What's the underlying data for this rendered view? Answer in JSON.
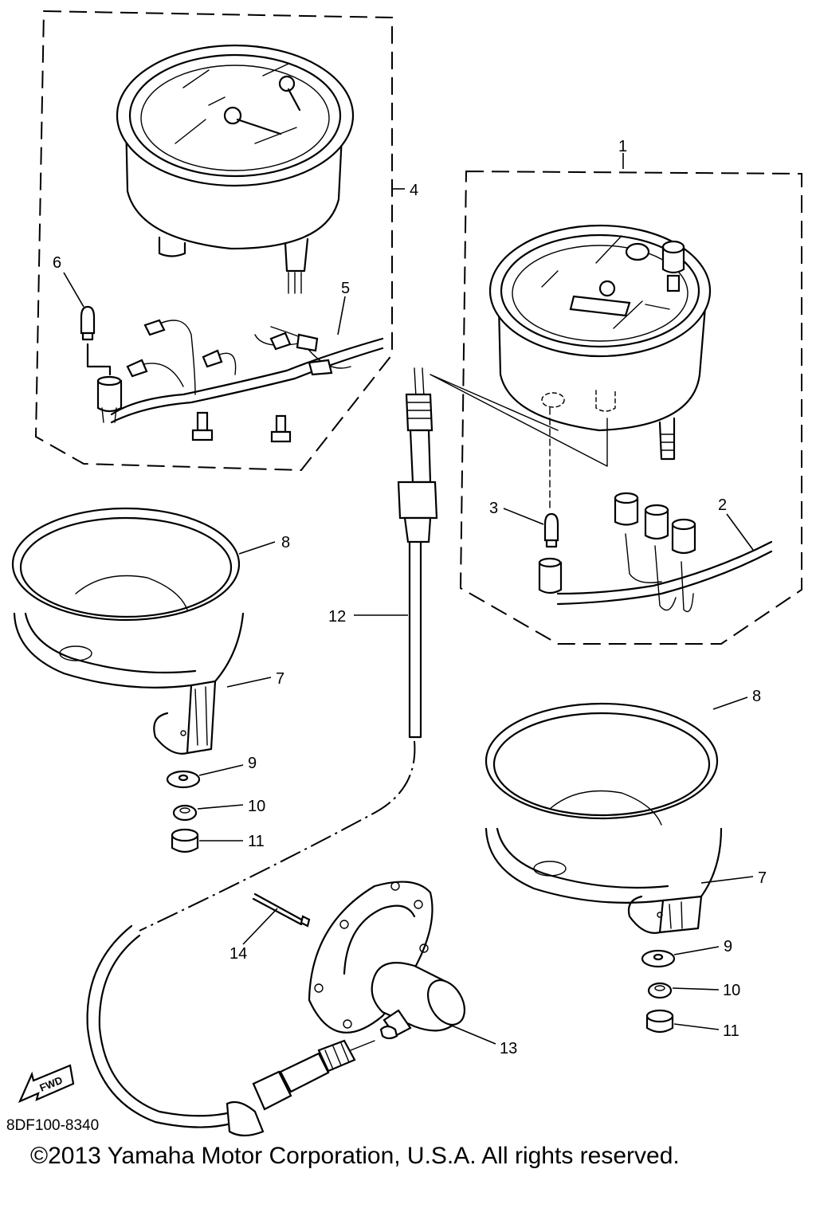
{
  "diagram": {
    "callouts": {
      "c1": "1",
      "c2": "2",
      "c3": "3",
      "c4": "4",
      "c5": "5",
      "c6": "6",
      "c7a": "7",
      "c7b": "7",
      "c8a": "8",
      "c8b": "8",
      "c9a": "9",
      "c9b": "9",
      "c10a": "10",
      "c10b": "10",
      "c11a": "11",
      "c11b": "11",
      "c12": "12",
      "c13": "13",
      "c14": "14"
    },
    "direction_label": "FWD",
    "diagram_code": "8DF100-8340"
  },
  "footer": {
    "copyright": "©2013 Yamaha Motor Corporation, U.S.A. All rights reserved."
  }
}
